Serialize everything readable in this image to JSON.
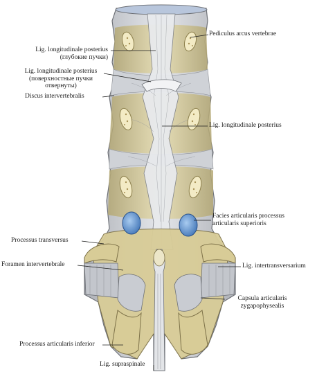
{
  "labels": {
    "pediculus": [
      "Pediculus arcus vertebrae"
    ],
    "lig_long_post_deep": [
      "Lig. longitudinale posterius",
      "(глубокие пучки)"
    ],
    "lig_long_post_superficial": [
      "Lig. longitudinale posterius",
      "(поверхностные пучки",
      "отвернуты)"
    ],
    "discus": [
      "Discus intervertebralis"
    ],
    "lig_long_post_right": [
      "Lig. longitudinale posterius"
    ],
    "facies_articularis": [
      "Facies articularis processus",
      "articularis superioris"
    ],
    "processus_transversus": [
      "Processus transversus"
    ],
    "foramen_intervertebrale": [
      "Foramen intervertebrale"
    ],
    "lig_intertransversarium": [
      "Lig. intertransversarium"
    ],
    "capsula_articularis": [
      "Capsula articularis",
      "zygapophysealis"
    ],
    "processus_articularis_inferior": [
      "Processus articularis inferior"
    ],
    "lig_supraspinale": [
      "Lig. supraspinale"
    ]
  },
  "colors": {
    "bone": "#d9cf9e",
    "bone_dark": "#a89d6a",
    "ligament": "#c9cbcf",
    "ligament_line": "#7e8187",
    "cartilage": "#6f9fd6",
    "background": "#ffffff"
  }
}
